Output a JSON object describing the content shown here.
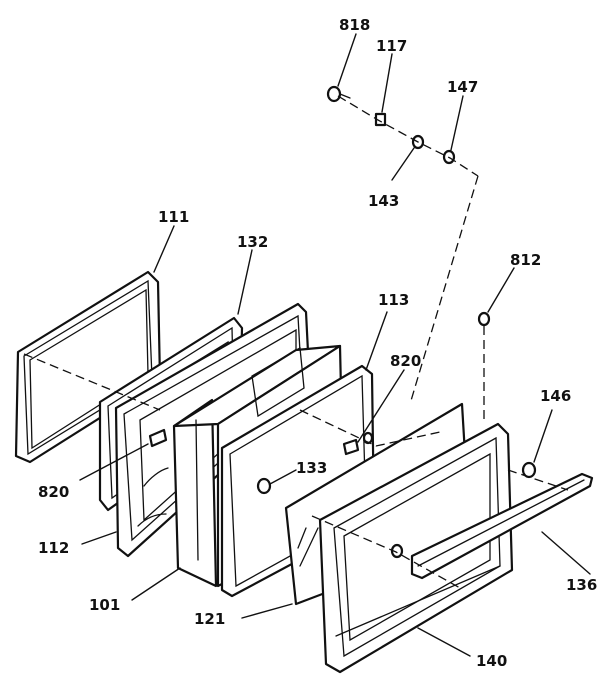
{
  "parts": [
    {
      "id": "p818",
      "label": "818"
    },
    {
      "id": "p117",
      "label": "117"
    },
    {
      "id": "p147",
      "label": "147"
    },
    {
      "id": "p143",
      "label": "143"
    },
    {
      "id": "p111",
      "label": "111"
    },
    {
      "id": "p132",
      "label": "132"
    },
    {
      "id": "p812",
      "label": "812"
    },
    {
      "id": "p113",
      "label": "113"
    },
    {
      "id": "p820a",
      "label": "820"
    },
    {
      "id": "p146",
      "label": "146"
    },
    {
      "id": "p820b",
      "label": "820"
    },
    {
      "id": "p133",
      "label": "133"
    },
    {
      "id": "p112",
      "label": "112"
    },
    {
      "id": "p136",
      "label": "136"
    },
    {
      "id": "p101",
      "label": "101"
    },
    {
      "id": "p121",
      "label": "121"
    },
    {
      "id": "p140",
      "label": "140"
    }
  ]
}
